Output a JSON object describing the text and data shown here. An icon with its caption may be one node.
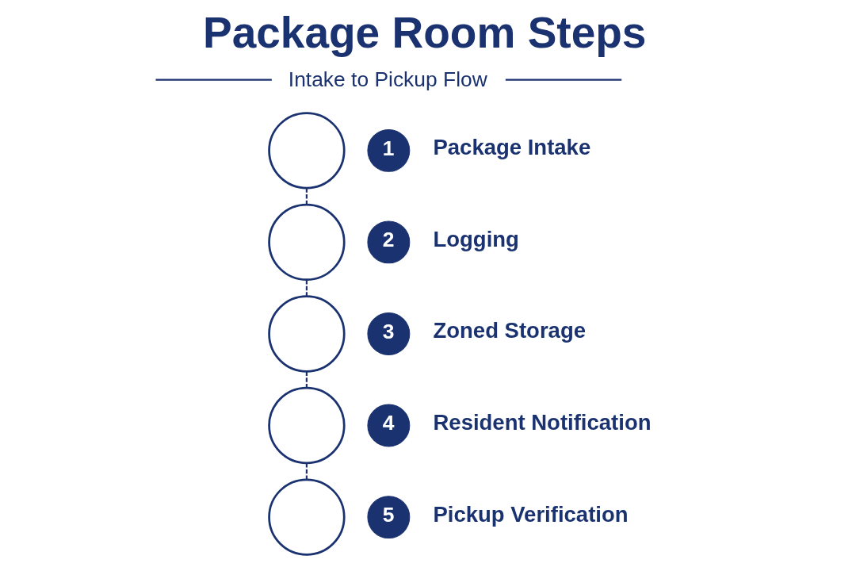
{
  "diagram": {
    "title": "Package Room Steps",
    "nodes": [
      {
        "text": [],
        "shape": "circle"
      },
      {
        "text": [
          "1"
        ],
        "beside": [
          "Package Intake"
        ]
      },
      {
        "text": [],
        "shape": "circle"
      },
      {
        "text": [
          "2"
        ],
        "beside": [
          "Logging"
        ]
      },
      {
        "text": [],
        "shape": "circle"
      },
      {
        "text": [
          "3"
        ],
        "beside": [
          "Zoned Storage"
        ]
      },
      {
        "text": [],
        "shape": "circle"
      },
      {
        "text": [
          "4"
        ],
        "beside": [
          "Resident Notification"
        ]
      },
      {
        "text": [],
        "shape": "circle"
      },
      {
        "text": [
          "5"
        ],
        "beside": [
          "Pickup Verification"
        ]
      }
    ],
    "edges": [
      {
        "from": 0,
        "to": 2,
        "arrow": "none",
        "style": "dashed"
      },
      {
        "from": 2,
        "to": 4,
        "arrow": "none",
        "style": "dashed"
      },
      {
        "from": 4,
        "to": 6,
        "arrow": "none",
        "style": "dashed"
      },
      {
        "from": 6,
        "to": 8,
        "arrow": "none",
        "style": "dashed"
      }
    ],
    "labels": [
      "Intake to Pickup Flow"
    ]
  }
}
